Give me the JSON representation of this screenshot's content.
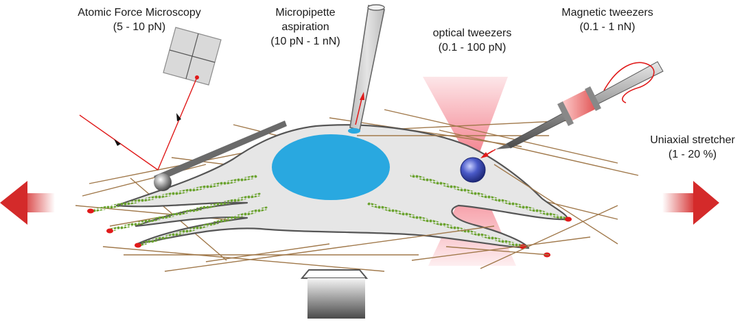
{
  "labels": {
    "afm": {
      "title": "Atomic Force Microscopy",
      "range": "(5 - 10 pN)"
    },
    "micropipette": {
      "line1": "Micropipette",
      "line2": "aspiration",
      "range": "(10 pN - 1 nN)"
    },
    "optical": {
      "title": "optical tweezers",
      "range": "(0.1 - 100 pN)"
    },
    "magnetic": {
      "title": "Magnetic tweezers",
      "range": "(0.1 - 1 nN)"
    },
    "stretcher": {
      "title": "Uniaxial stretcher",
      "range": "(1 - 20 %)"
    }
  },
  "colors": {
    "cell_fill": "#e6e6e6",
    "cell_outline": "#555555",
    "nucleus": "#29a8e0",
    "fiber": "#a0784a",
    "stress_fiber": "#6aa22e",
    "focal_adhesion": "#e01a1a",
    "laser": "#e01a1a",
    "stretch_arrow": "#d42a2a",
    "optical_beam": "#f05a6a",
    "bead": "#2a3a9a"
  },
  "icons": {
    "photodetector": "quadrant-photodetector-icon",
    "cantilever": "afm-cantilever-icon",
    "pipette": "micropipette-icon",
    "bead": "optical-bead-icon",
    "magnetic_needle": "magnetic-needle-icon",
    "objective": "microscope-objective-icon"
  }
}
